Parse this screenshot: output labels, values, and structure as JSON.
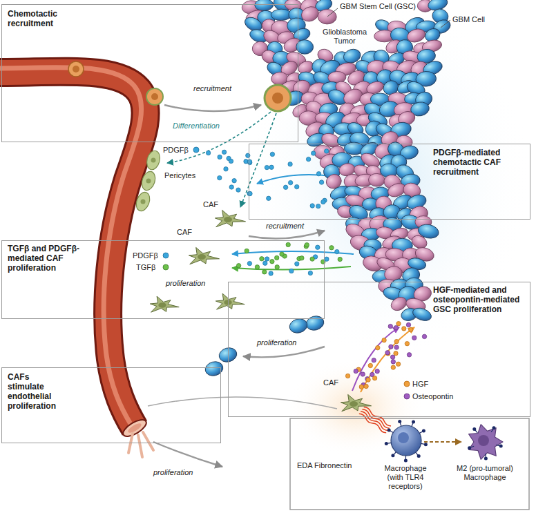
{
  "diagram": {
    "nodes": [
      {
        "text": [
          "Chemotactic recruitment"
        ]
      },
      {
        "text": [
          "PDGFβ-mediated chemotactic CAF recruitment"
        ]
      },
      {
        "text": [
          "TGFβ and PDGFβ-mediated CAF proliferation"
        ]
      },
      {
        "text": [
          "HGF-mediated and osteopontin-mediated GSC proliferation"
        ]
      },
      {
        "text": [
          "CAFs stimulate endothelial proliferation"
        ]
      }
    ],
    "labels": [
      "GBM Stem Cell (GSC)",
      "GBM Cell",
      "Glioblastoma Tumor",
      "recruitment",
      "Differentiation",
      "PDGFβ",
      "Pericytes",
      "CAF",
      "recruitment",
      "PDGFβ",
      "TGFβ",
      "CAF",
      "proliferation",
      "proliferation",
      "HGF",
      "Osteopontin",
      "CAF",
      "proliferation",
      "EDA Fibronectin",
      "Macrophage (with TLR4 receptors)",
      "M2 (pro-tumoral) Macrophage"
    ]
  }
}
